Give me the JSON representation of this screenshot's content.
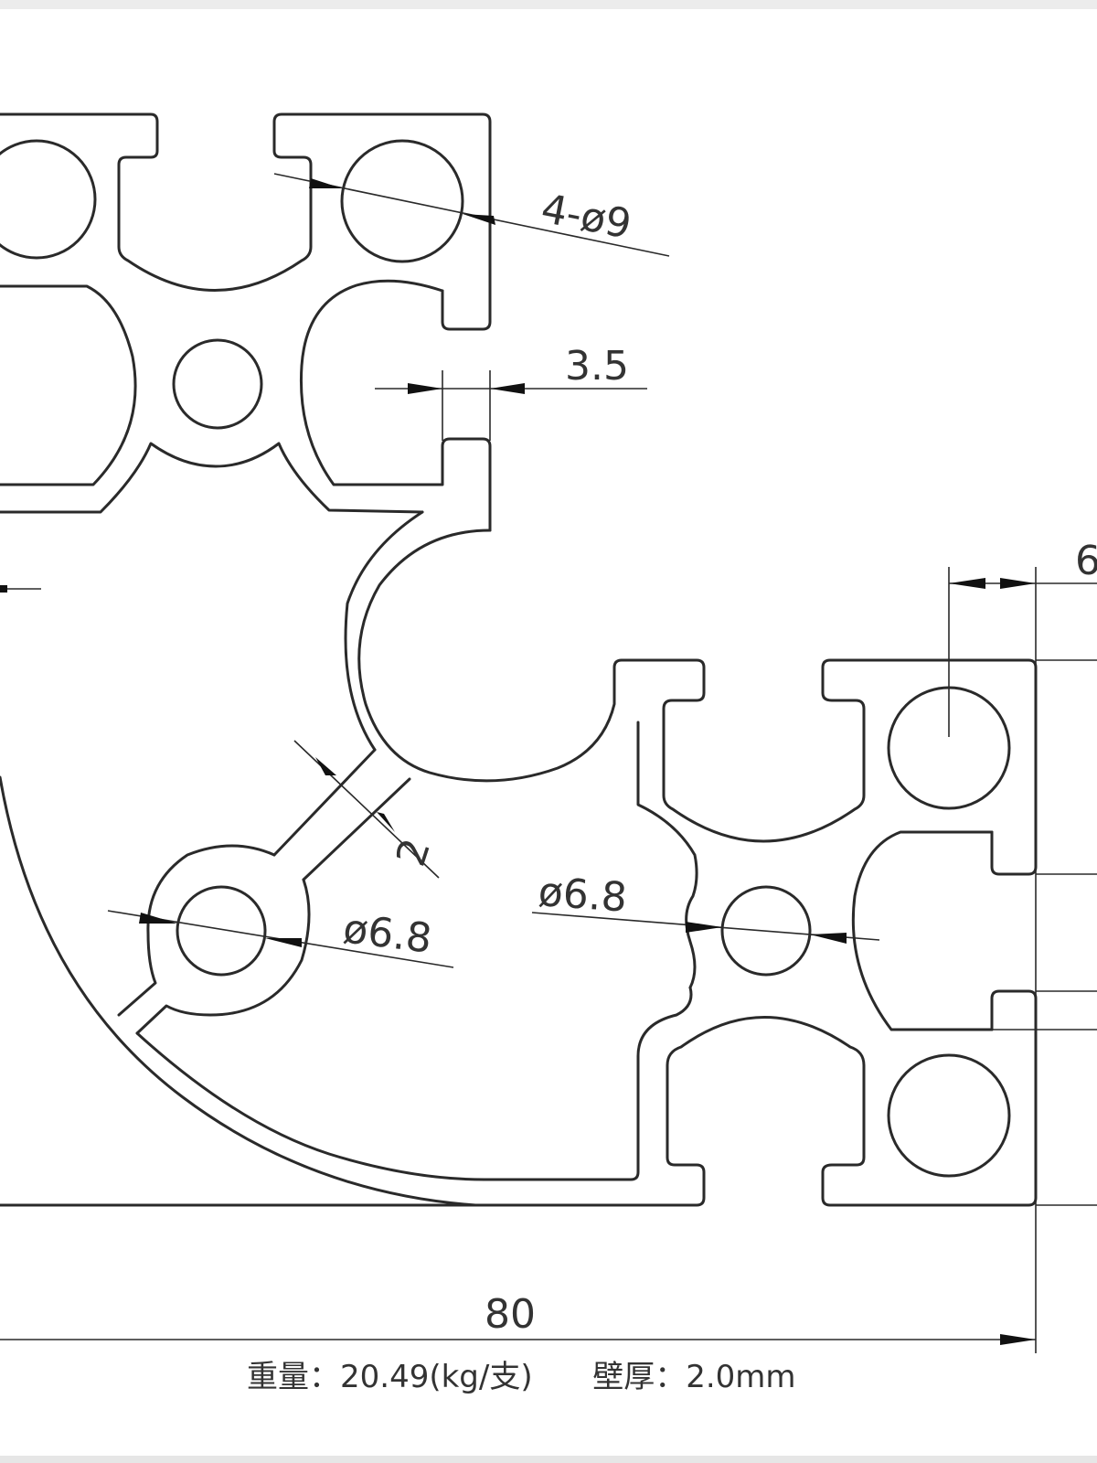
{
  "dimensions": {
    "hole_pattern": "4-ø9",
    "slot_width": "3.5",
    "wall_diagonal": "2",
    "center_hole_left": "ø6.8",
    "center_hole_right": "ø6.8",
    "overall_width": "80",
    "partial_right_label": "6"
  },
  "specs": {
    "weight_label": "重量",
    "weight_value": "20.49(kg/支)",
    "wall_label": "壁厚",
    "wall_value": "2.0mm",
    "separator": "："
  }
}
